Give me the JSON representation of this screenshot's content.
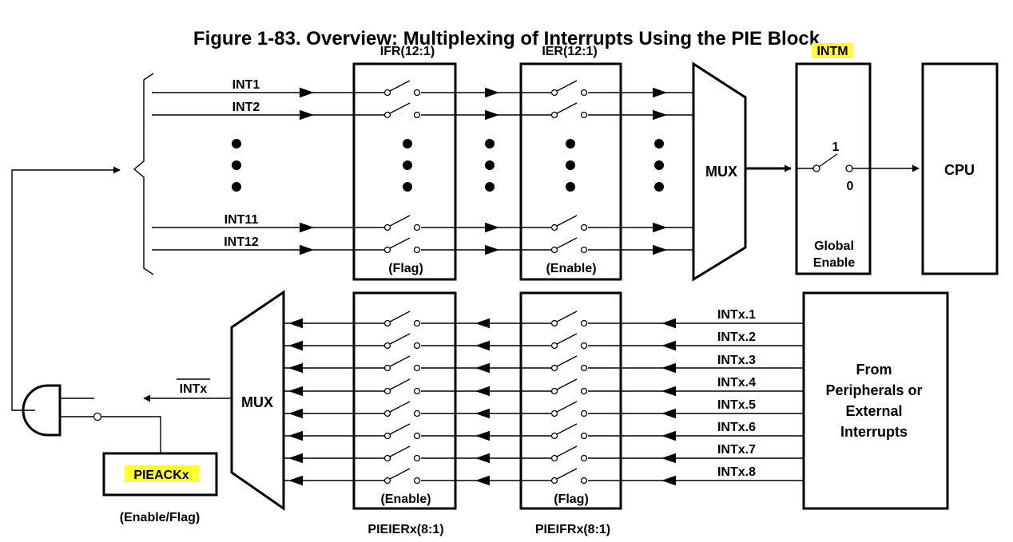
{
  "title": "Figure 1-83. Overview: Multiplexing of Interrupts Using the PIE Block",
  "registers": {
    "ifr": {
      "header": "IFR(12:1)",
      "footer": "(Flag)"
    },
    "ier": {
      "header": "IER(12:1)",
      "footer": "(Enable)"
    },
    "intm": {
      "header": "INTM",
      "footer_line1": "Global",
      "footer_line2": "Enable",
      "pos_1": "1",
      "pos_0": "0"
    },
    "pieier": {
      "header": "PIEIERx(8:1)",
      "footer": "(Enable)"
    },
    "pieifr": {
      "header": "PIEIFRx(8:1)",
      "footer": "(Flag)"
    }
  },
  "cpu": {
    "label": "CPU"
  },
  "mux_top": {
    "label": "MUX"
  },
  "mux_bottom": {
    "label": "MUX"
  },
  "cpu_interrupts": [
    "INT1",
    "INT2",
    "INT11",
    "INT12"
  ],
  "pie_interrupts": [
    "INTx.1",
    "INTx.2",
    "INTx.3",
    "INTx.4",
    "INTx.5",
    "INTx.6",
    "INTx.7",
    "INTx.8"
  ],
  "peripherals": {
    "line1": "From",
    "line2": "Peripherals or",
    "line3": "External",
    "line4": "Interrupts"
  },
  "pieack": {
    "label": "PIEACKx",
    "caption": "(Enable/Flag)"
  },
  "intx_signal": "INTx",
  "colors": {
    "highlight": "#ffff33",
    "line": "#000000"
  }
}
